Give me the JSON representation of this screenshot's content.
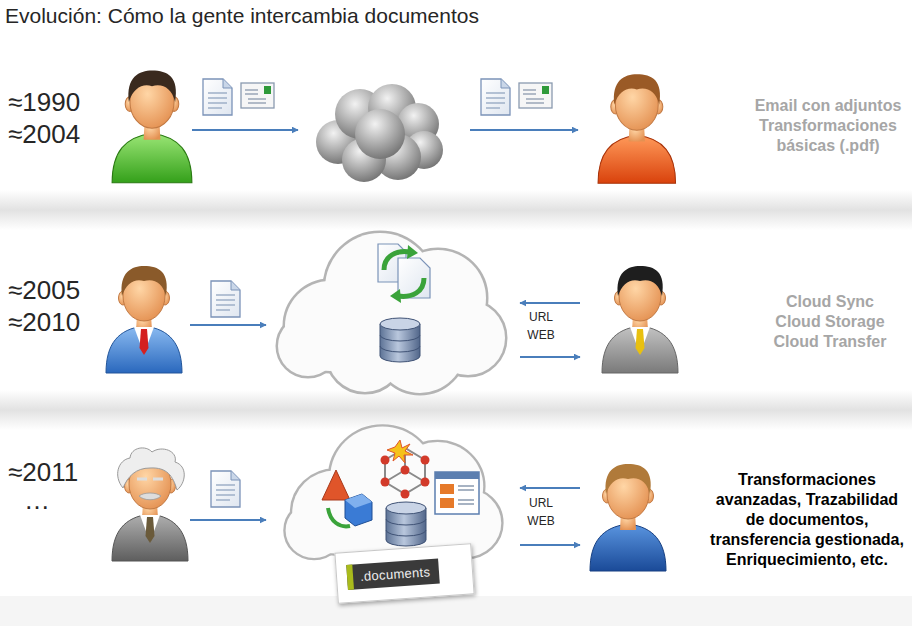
{
  "diagram": {
    "title": "Evolución: Cómo la gente intercambia documentos",
    "nodes": [
      {
        "text": [
          ".documents"
        ]
      }
    ],
    "labels": [
      "≈1990",
      "≈2004",
      "Email con adjuntos Transformaciones básicas (.pdf)",
      "≈2005",
      "≈2010",
      "URL",
      "WEB",
      "Cloud Sync Cloud Storage Cloud Transfer",
      "≈2011",
      "…",
      "URL",
      "WEB",
      "Transformaciones avanzadas, Trazabilidad de documentos, transferencia gestionada, Enriquecimiento, etc."
    ]
  }
}
